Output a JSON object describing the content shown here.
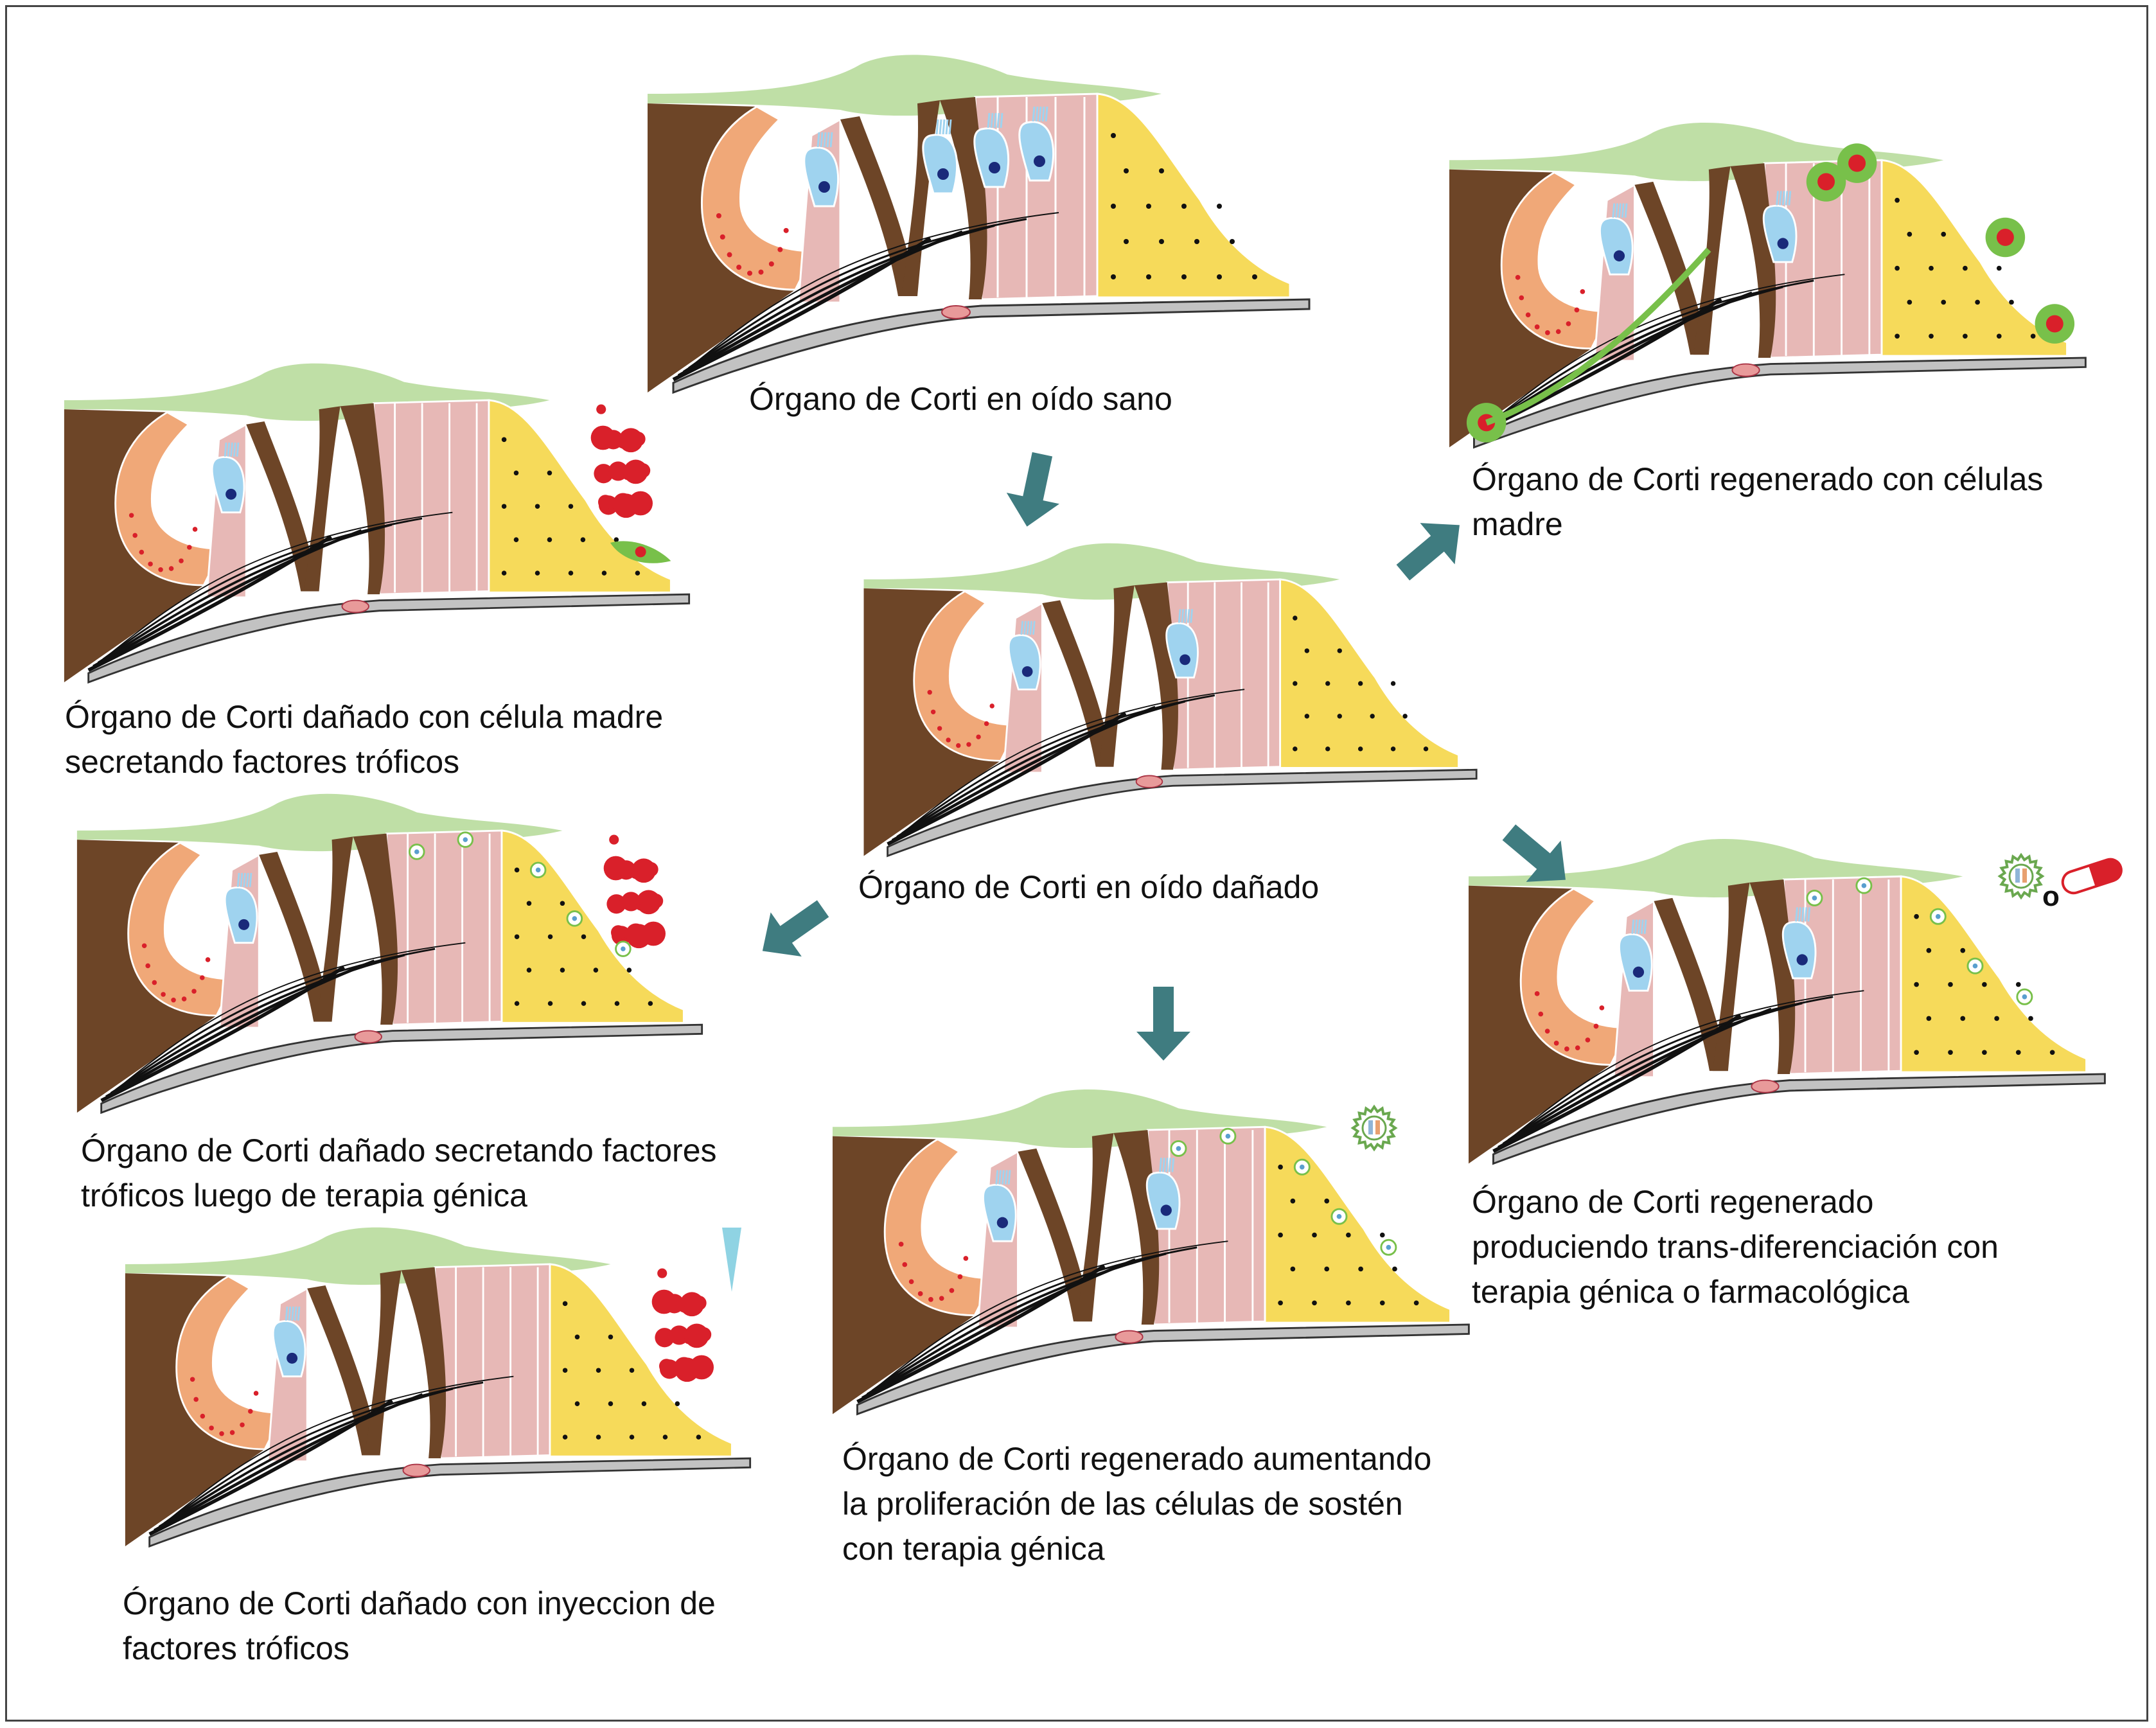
{
  "figure": {
    "panels": [
      {
        "id": "healthy",
        "caption_lines": [
          "Órgano de Corti en oído sano"
        ],
        "variant": "healthy"
      },
      {
        "id": "damaged",
        "caption_lines": [
          "Órgano de Corti en oído dañado"
        ],
        "variant": "damaged"
      },
      {
        "id": "stem-regenerated",
        "caption_lines": [
          "Órgano de Corti regenerado con células",
          "madre"
        ],
        "variant": "stem-regenerated"
      },
      {
        "id": "stem-trophic",
        "caption_lines": [
          "Órgano de Corti dañado con célula madre",
          "secretando factores tróficos"
        ],
        "variant": "stem-trophic"
      },
      {
        "id": "gene-trophic",
        "caption_lines": [
          "Órgano de Corti dañado secretando factores",
          "tróficos luego de terapia génica"
        ],
        "variant": "gene-trophic"
      },
      {
        "id": "injection",
        "caption_lines": [
          "Órgano de Corti dañado con inyeccion de",
          "factores tróficos"
        ],
        "variant": "injection"
      },
      {
        "id": "proliferation",
        "caption_lines": [
          "Órgano de Corti regenerado aumentando",
          "la proliferación de las células de sostén",
          "con terapia génica"
        ],
        "variant": "proliferation"
      },
      {
        "id": "transdiff",
        "caption_lines": [
          "Órgano de Corti regenerado",
          "produciendo trans-diferenciación con",
          "terapia génica o farmacológica"
        ],
        "variant": "transdiff"
      }
    ],
    "or_label": "o",
    "colors": {
      "tectorial": "#bfdfa6",
      "brown": "#6d4527",
      "orange": "#f0a878",
      "pink": "#e7b8b6",
      "blue": "#9fd3ef",
      "yellow": "#f6da5a",
      "gray": "#c2c2c2",
      "red": "#d9202a",
      "green": "#78c04a",
      "arrow": "#3f7c80"
    }
  }
}
